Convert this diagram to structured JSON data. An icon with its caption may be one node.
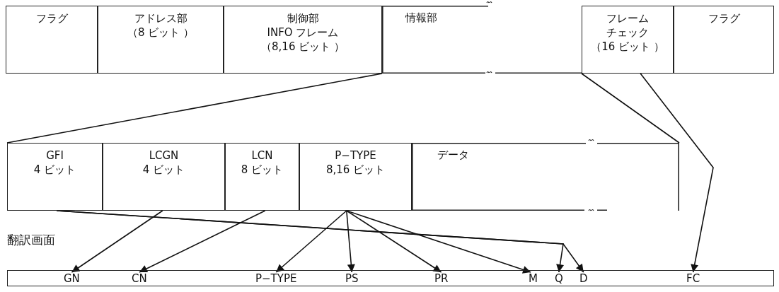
{
  "diagram": {
    "nodes": [
      {
        "text": [
          "フラグ"
        ]
      },
      {
        "text": [
          "アドレス部（8 ビット ）"
        ]
      },
      {
        "text": [
          "制御部INFO フレーム（8,16 ビット ）"
        ]
      },
      {
        "text": [
          "情報部"
        ]
      },
      {
        "text": [
          "フレームチェック（16 ビット ）"
        ]
      },
      {
        "text": [
          "フラグ"
        ]
      },
      {
        "text": [
          "GFI 4 ビット"
        ]
      },
      {
        "text": [
          "LCGN 4 ビット"
        ]
      },
      {
        "text": [
          "LCN 8 ビット"
        ]
      },
      {
        "text": [
          "P−TYPE 8,16 ビット"
        ]
      },
      {
        "text": [
          "データ"
        ]
      },
      {
        "text": [],
        "shape": "bar"
      },
      {
        "text": [
          "GN"
        ],
        "in": 11
      },
      {
        "text": [
          "CN"
        ],
        "in": 11
      },
      {
        "text": [
          "P−TYPE"
        ],
        "in": 11
      },
      {
        "text": [
          "PS"
        ],
        "in": 11
      },
      {
        "text": [
          "PR"
        ],
        "in": 11
      },
      {
        "text": [
          "M"
        ],
        "in": 11
      },
      {
        "text": [
          "Q"
        ],
        "in": 11
      },
      {
        "text": [
          "D"
        ],
        "in": 11
      },
      {
        "text": [
          "FC"
        ],
        "in": 11
      }
    ],
    "edges": [
      {
        "from": 3,
        "to": 6,
        "arrow": "none"
      },
      {
        "from": 3,
        "to": 10,
        "arrow": "none"
      },
      {
        "from": 4,
        "to": 20,
        "arrow": "to"
      },
      {
        "from": 7,
        "to": 12,
        "arrow": "to"
      },
      {
        "from": 8,
        "to": 13,
        "arrow": "to"
      },
      {
        "from": 9,
        "to": 14,
        "arrow": "to"
      },
      {
        "from": 9,
        "to": 15,
        "arrow": "to"
      },
      {
        "from": 9,
        "to": 16,
        "arrow": "to"
      },
      {
        "from": 9,
        "to": 17,
        "arrow": "to"
      },
      {
        "from": 6,
        "to": 18,
        "arrow": "to"
      },
      {
        "from": 6,
        "to": 19,
        "arrow": "to"
      }
    ],
    "labels": [
      "翻訳画面"
    ]
  }
}
